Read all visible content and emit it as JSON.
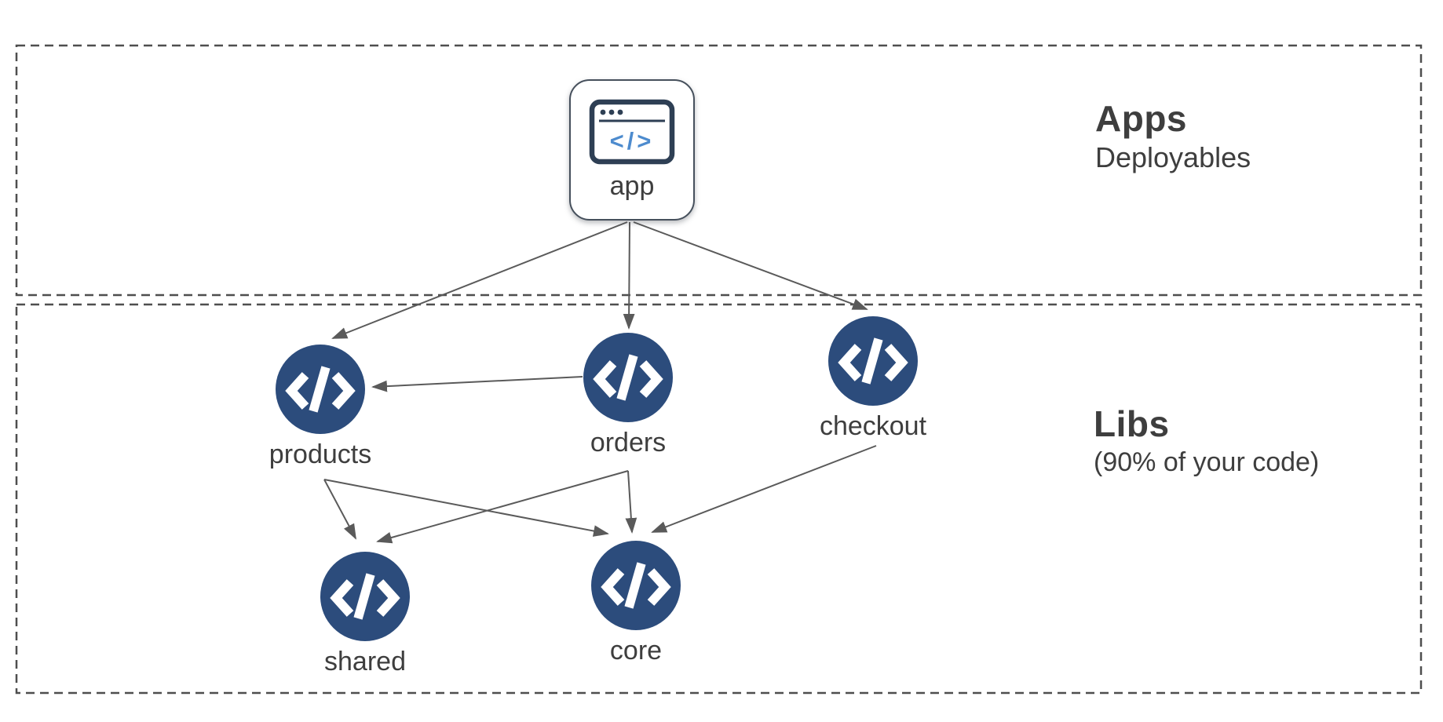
{
  "sections": [
    {
      "id": "apps",
      "title": "Apps",
      "subtitle": "Deployables"
    },
    {
      "id": "libs",
      "title": "Libs",
      "subtitle": "(90% of your code)"
    }
  ],
  "nodes": {
    "app": {
      "label": "app",
      "type": "application",
      "icon": "browser-code-icon"
    },
    "products": {
      "label": "products",
      "type": "library",
      "icon": "code-icon"
    },
    "orders": {
      "label": "orders",
      "type": "library",
      "icon": "code-icon"
    },
    "checkout": {
      "label": "checkout",
      "type": "library",
      "icon": "code-icon"
    },
    "shared": {
      "label": "shared",
      "type": "library",
      "icon": "code-icon"
    },
    "core": {
      "label": "core",
      "type": "library",
      "icon": "code-icon"
    }
  },
  "edges": [
    {
      "from": "app",
      "to": "products"
    },
    {
      "from": "app",
      "to": "orders"
    },
    {
      "from": "app",
      "to": "checkout"
    },
    {
      "from": "orders",
      "to": "products"
    },
    {
      "from": "products",
      "to": "shared"
    },
    {
      "from": "products",
      "to": "core"
    },
    {
      "from": "orders",
      "to": "shared"
    },
    {
      "from": "orders",
      "to": "core"
    },
    {
      "from": "checkout",
      "to": "core"
    }
  ],
  "colors": {
    "lib_node_fill": "#2c4c7c",
    "code_glyph": "#ffffff",
    "browser_icon_stroke": "#2e3f54",
    "browser_code_blue": "#4d8bce",
    "arrow": "#5a5a5a",
    "zone_border": "#4e4e4e",
    "text": "#3e3e3e",
    "background": "#ffffff"
  }
}
